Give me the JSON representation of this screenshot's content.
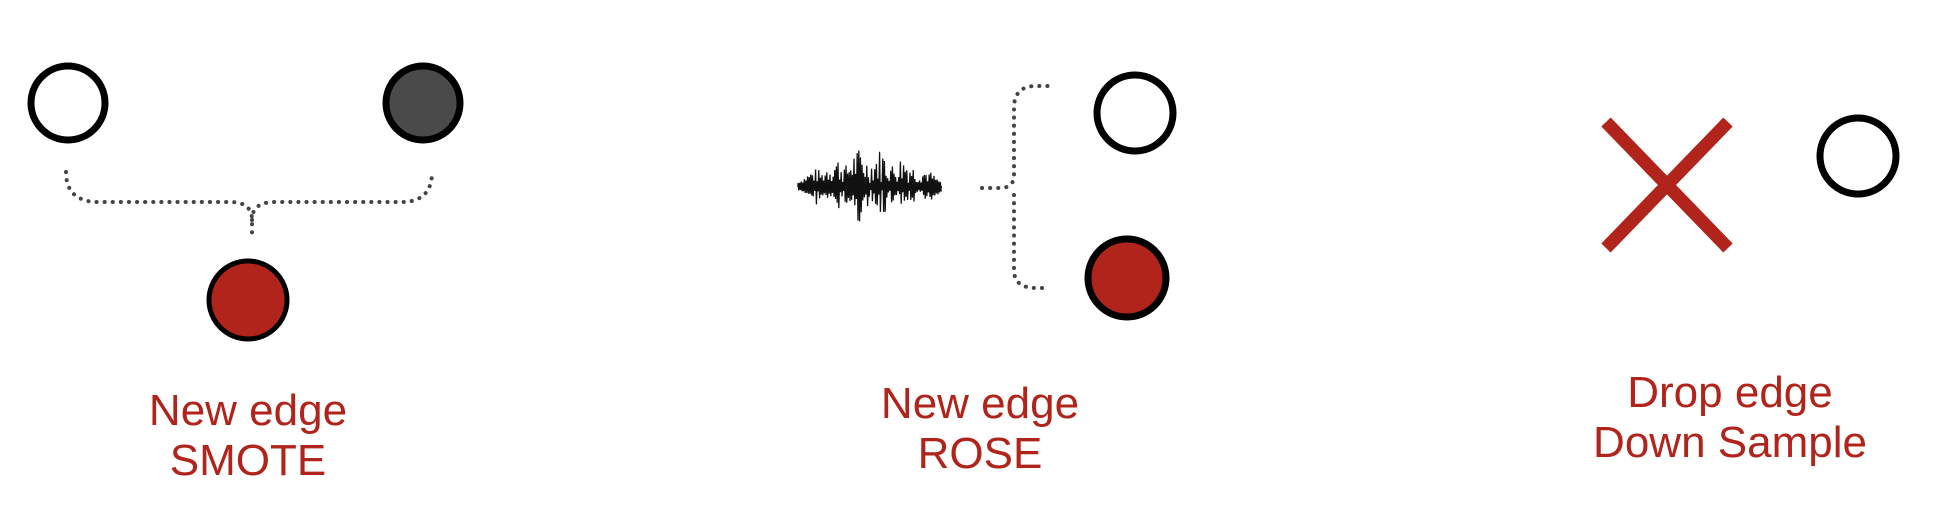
{
  "colors": {
    "accent_red": "#b0241b",
    "node_dark": "#4a4a4a",
    "node_outline": "#000000",
    "connector": "#444444"
  },
  "panels": [
    {
      "line1": "New edge",
      "line2": "SMOTE"
    },
    {
      "line1": "New edge",
      "line2": "ROSE"
    },
    {
      "line1": "Drop edge",
      "line2": "Down Sample"
    }
  ],
  "icons": {
    "noise": "noise-waveform-icon",
    "drop": "cross-icon"
  }
}
